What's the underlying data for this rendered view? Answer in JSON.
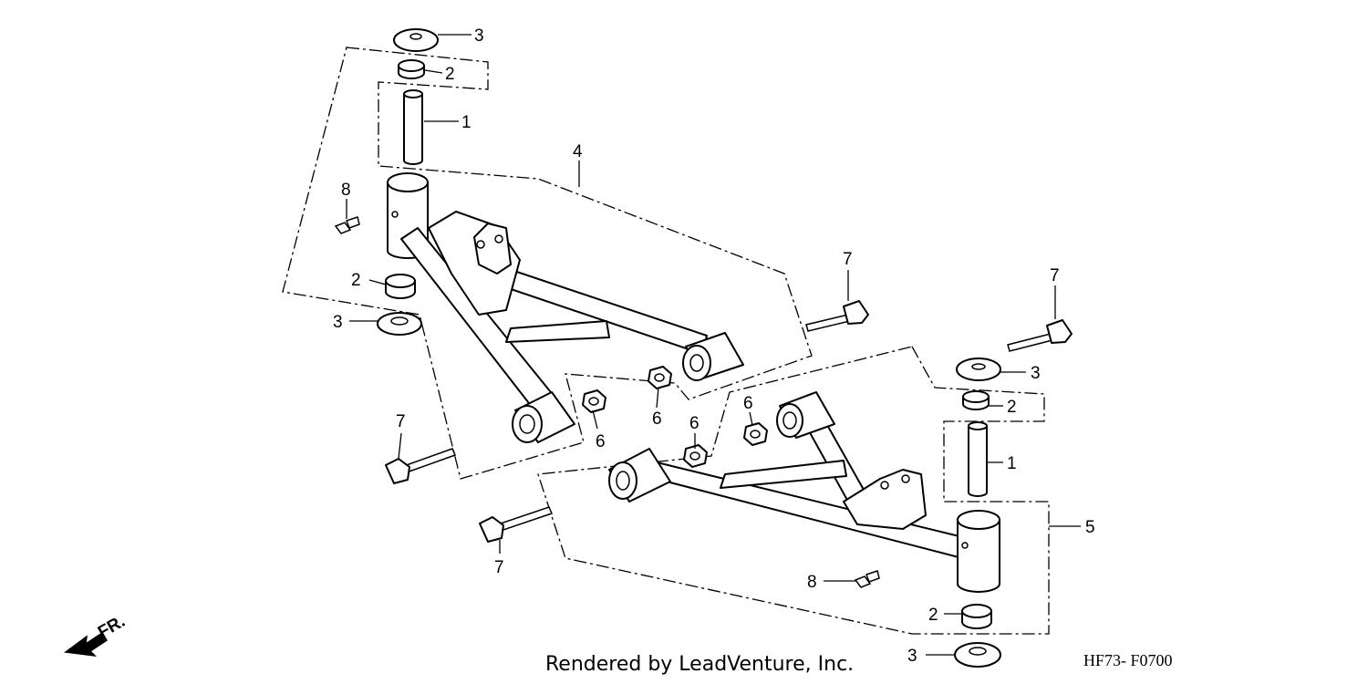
{
  "callouts": {
    "c1": "3",
    "c2": "2",
    "c3": "1",
    "c4": "8",
    "c5": "4",
    "c6": "2",
    "c7": "3",
    "c8": "7",
    "c9": "7",
    "c10": "3",
    "c11": "2",
    "c12": "1",
    "c13": "6",
    "c14": "6",
    "c15": "6",
    "c16": "6",
    "c17": "7",
    "c18": "7",
    "c19": "5",
    "c20": "8",
    "c21": "2",
    "c22": "3"
  },
  "direction_label": "FR.",
  "footer": {
    "credit": "Rendered by LeadVenture, Inc.",
    "diagram_code": "HF73- F0700"
  }
}
